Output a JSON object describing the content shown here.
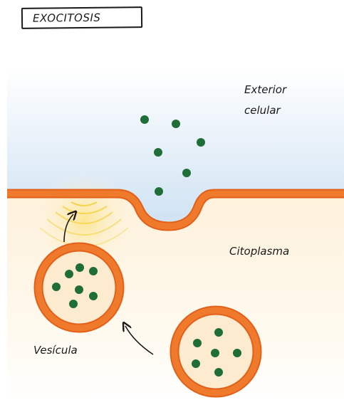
{
  "title": "EXOCITOSIS",
  "labels": {
    "exterior_line1": "Exterior",
    "exterior_line2": "celular",
    "cytoplasm": "Citoplasma",
    "vesicle": "Vesícula"
  },
  "colors": {
    "membrane": "#f07a2c",
    "membrane_outline": "#e2601a",
    "cargo": "#1f6e37",
    "exterior_top": "#ffffff",
    "exterior_bottom": "#cfe2f3",
    "cytoplasm": "#fdf5e4",
    "vesicle_lumen": "#fdebd0",
    "fusion_glow": "#f6dc4a",
    "arrow": "#1a1a1a"
  },
  "icons": {
    "arrow": "curved-arrow-icon",
    "glow": "fusion-glow-icon"
  }
}
